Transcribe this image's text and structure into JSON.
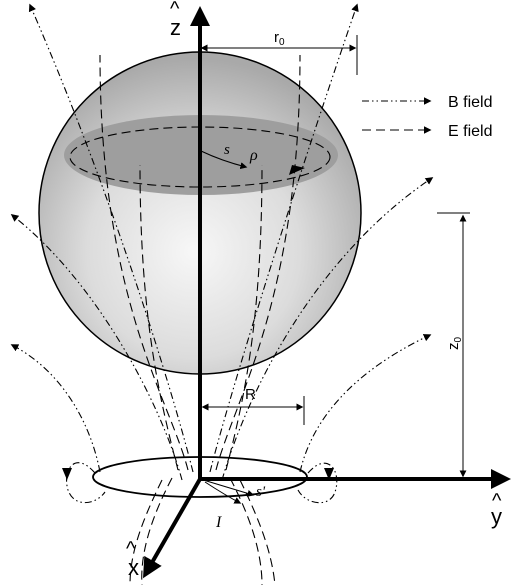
{
  "labels": {
    "z_axis": "z",
    "x_axis": "x",
    "y_axis": "y",
    "hat": "^",
    "r0_main": "r",
    "r0_sub": "0",
    "z0_main": "z",
    "z0_sub": "0",
    "R": "R",
    "s": "s",
    "rho": "ρ",
    "s_prime": "s'",
    "I": "I"
  },
  "legend": [
    {
      "key": "b",
      "label": "B field",
      "style": "dash-dot-dot"
    },
    {
      "key": "e",
      "label": "E field",
      "style": "dashed"
    }
  ],
  "colors": {
    "sphere_edge": "#ffffff",
    "sphere_center": "#e6e6e6",
    "sphere_rim": "#a8a8a8",
    "disk": "#9e9e9e",
    "ink": "#000000"
  }
}
